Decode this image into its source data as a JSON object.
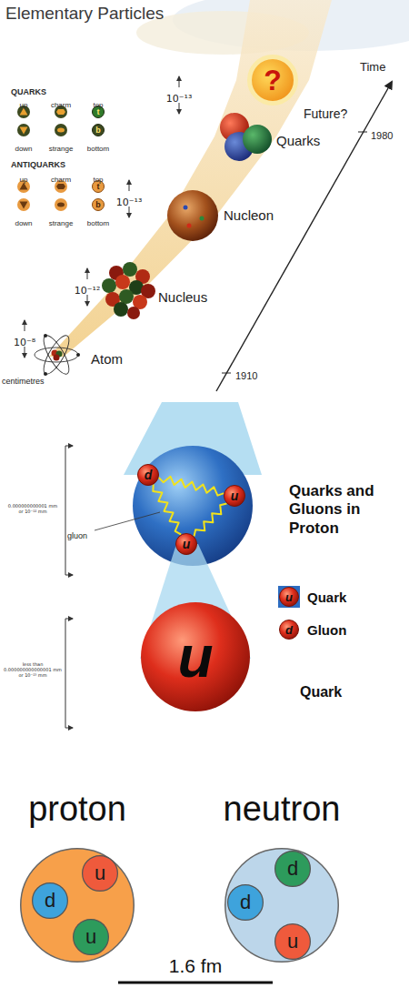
{
  "diagram": {
    "title": "Elementary Particles",
    "nodes": [
      {
        "text": [
          "?"
        ]
      },
      {
        "text": [
          "t"
        ]
      },
      {
        "text": [
          "b"
        ]
      },
      {
        "text": [
          "t"
        ]
      },
      {
        "text": [
          "b"
        ]
      },
      {
        "text": [
          "d"
        ]
      },
      {
        "text": [
          "u"
        ]
      },
      {
        "text": [
          "u"
        ]
      },
      {
        "text": [
          "u"
        ]
      },
      {
        "text": [
          "d"
        ]
      },
      {
        "text": [
          "u"
        ]
      },
      {
        "text": [
          "proton"
        ]
      },
      {
        "text": [
          "u"
        ],
        "in": 11
      },
      {
        "text": [
          "d"
        ],
        "in": 11
      },
      {
        "text": [
          "u"
        ],
        "in": 11
      },
      {
        "text": [
          "neutron"
        ]
      },
      {
        "text": [
          "d"
        ],
        "in": 15
      },
      {
        "text": [
          "d"
        ],
        "in": 15
      },
      {
        "text": [
          "u"
        ],
        "in": 15
      }
    ],
    "edges": [
      {
        "from": 5,
        "to": 6,
        "arrow": "none"
      },
      {
        "from": 5,
        "to": 7,
        "arrow": "none"
      },
      {
        "from": 6,
        "to": 7,
        "arrow": "none"
      },
      {
        "from": 13,
        "to": 12,
        "arrow": "none"
      },
      {
        "from": 16,
        "to": 18,
        "arrow": "none"
      }
    ],
    "labels": [
      "QUARKS",
      "up",
      "charm",
      "top",
      "down",
      "strange",
      "bottom",
      "ANTIQUARKS",
      "up",
      "charm",
      "top",
      "down",
      "strange",
      "bottom",
      "Time",
      "1980",
      "1910",
      "Future?",
      "Quarks",
      "Nucleon",
      "Nucleus",
      "Atom",
      "10⁻¹³",
      "10⁻¹³",
      "10⁻¹²",
      "10⁻⁸",
      "centimetres",
      "0.000000000001 mm or 10⁻¹² mm",
      "gluon",
      "Quarks and Gluons in Proton",
      "Quark",
      "Gluon",
      "less than 0.000000000000001 mm or 10⁻¹⁵ mm",
      "Quark",
      "1.6 fm"
    ]
  }
}
